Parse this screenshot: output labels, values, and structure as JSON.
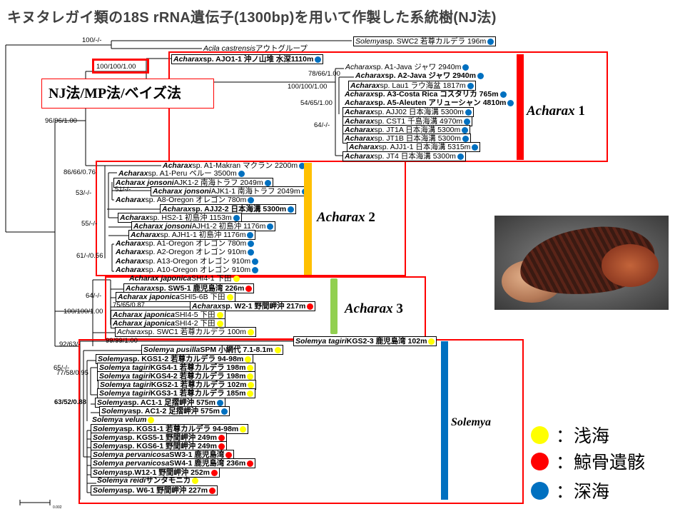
{
  "title": "キヌタレガイ類の18S rRNA遺伝子(1300bp)を用いて作製した系統樹(NJ法)",
  "method_label": "NJ法/MP法/ベイズ法",
  "colors": {
    "shallow": "#ffff00",
    "whale": "#ff0000",
    "deep": "#0070c0",
    "acharax1_bar": "#ff0000",
    "acharax2_bar": "#ffc000",
    "acharax3_bar": "#92d050",
    "solemya_bar": "#0070c0",
    "frame": "#ff0000"
  },
  "clades": [
    {
      "genus": "Acharax",
      "num": " 1"
    },
    {
      "genus": "Acharax",
      "num": " 2"
    },
    {
      "genus": "Acharax",
      "num": " 3"
    },
    {
      "genus": "Solemya",
      "num": ""
    }
  ],
  "legend": [
    {
      "color": "yellow",
      "label": "：浅海"
    },
    {
      "color": "red",
      "label": "：鯨骨遺骸"
    },
    {
      "color": "blue",
      "label": "：深海"
    }
  ],
  "node_supports": [
    "100/-/-",
    "100/100/1.00",
    "96/96/1.00",
    "78/66/1.00",
    "100/100/1.00",
    "54/65/1.00",
    "64/-/-",
    "86/66/0.76",
    "53/-/-",
    "51/-/-",
    "55/-/-",
    "61/-/0.56",
    "64/-/-",
    "75/65/0.87",
    "100/100/1.00",
    "92/63/-",
    "99/99/1.00",
    "65/-/-",
    "77/58/0.95",
    "63/52/0.88"
  ],
  "scale_bar": "0.002",
  "leaves": [
    {
      "italic": "Solemya",
      "rest": " sp. SWC2 若尊カルデラ 196m",
      "dot": "blue"
    },
    {
      "italic": "Acila castrensis",
      "rest": "アウトグループ",
      "dot": ""
    },
    {
      "italic": "Acharax",
      "rest": " sp. AJO1-1 沖ノ山堆 水深1110m",
      "dot": "blue"
    },
    {
      "italic": "Acharax",
      "rest": " sp. A1-Java ジャワ 2940m",
      "dot": "blue"
    },
    {
      "italic": "Acharax",
      "rest": " sp. A2-Java ジャワ 2940m",
      "dot": "blue"
    },
    {
      "italic": "Acharax",
      "rest": " sp. Lau1 ラウ海盆 1817m",
      "dot": "blue"
    },
    {
      "italic": "Acharax",
      "rest": " sp. A3-Costa Rica コスタリカ 765m",
      "dot": "blue"
    },
    {
      "italic": "Acharax",
      "rest": " sp. A5-Aleuten アリューシャン 4810m",
      "dot": "blue"
    },
    {
      "italic": "Acharax",
      "rest": " sp. AJJ02 日本海溝 5300m",
      "dot": "blue"
    },
    {
      "italic": "Acharax",
      "rest": " sp. CST1 千島海溝 4970m",
      "dot": "blue"
    },
    {
      "italic": "Acharax",
      "rest": " sp. JT1A 日本海溝 5300m",
      "dot": "blue"
    },
    {
      "italic": "Acharax",
      "rest": " sp. JT1B 日本海溝 5300m",
      "dot": "blue"
    },
    {
      "italic": "Acharax",
      "rest": " sp. AJJ1-1 日本海溝 5315m",
      "dot": "blue"
    },
    {
      "italic": "Acharax",
      "rest": " sp. JT4 日本海溝 5300m",
      "dot": "blue"
    },
    {
      "italic": "Acharax",
      "rest": " sp. A1-Makran マクラン 2200m",
      "dot": "blue"
    },
    {
      "italic": "Acharax",
      "rest": " sp. A1-Peru ペルー 3500m",
      "dot": "blue"
    },
    {
      "italic": "Acharax jonsoni",
      "rest": " AJK1-2 南海トラフ 2049m",
      "dot": "blue"
    },
    {
      "italic": "Acharax jonsoni",
      "rest": " AJK1-1 南海トラフ 2049m",
      "dot": "blue"
    },
    {
      "italic": "Acharax",
      "rest": " sp. A8-Oregon オレゴン 780m",
      "dot": "blue"
    },
    {
      "italic": "Acharax",
      "rest": " sp. AJJ2-2 日本海溝 5300m",
      "dot": "blue"
    },
    {
      "italic": "Acharax",
      "rest": " sp. HS2-1 初島沖 1153m",
      "dot": "blue"
    },
    {
      "italic": "Acharax jonsoni",
      "rest": " AJH1-2 初島沖 1176m",
      "dot": "blue"
    },
    {
      "italic": "Acharax",
      "rest": " sp. AJH1-1 初島沖 1176m",
      "dot": "blue"
    },
    {
      "italic": "Acharax",
      "rest": " sp. A1-Oregon オレゴン 780m",
      "dot": "blue"
    },
    {
      "italic": "Acharax",
      "rest": " sp. A2-Oregon オレゴン 910m",
      "dot": "blue"
    },
    {
      "italic": "Acharax",
      "rest": " sp. A13-Oregon オレゴン 910m",
      "dot": "blue"
    },
    {
      "italic": "Acharax",
      "rest": " sp. A10-Oregon オレゴン 910m",
      "dot": "blue"
    },
    {
      "italic": "Acharax japonica",
      "rest": " SHI4-1 下田",
      "dot": "yellow"
    },
    {
      "italic": "Acharax",
      "rest": " sp. SW5-1 鹿児島湾 226m",
      "dot": "red"
    },
    {
      "italic": "Acharax japonica",
      "rest": " SHI5-6B 下田",
      "dot": "yellow"
    },
    {
      "italic": "Acharax",
      "rest": " sp. W2-1 野間岬沖 217m",
      "dot": "red"
    },
    {
      "italic": "Acharax japonica",
      "rest": " SHI4-5 下田",
      "dot": "yellow"
    },
    {
      "italic": "Acharax japonica",
      "rest": " SHI4-2 下田",
      "dot": "yellow"
    },
    {
      "italic": "Acharax",
      "rest": " sp. SWC1 若尊カルデラ 100m",
      "dot": "yellow"
    },
    {
      "italic": "Solemya tagiri",
      "rest": " KGS2-3 鹿児島湾 102m",
      "dot": "yellow"
    },
    {
      "italic": "Solemya pusilla",
      "rest": " SPM 小網代 7.1-8.1m",
      "dot": "yellow"
    },
    {
      "italic": "Solemya",
      "rest": " sp. KGS1-2 若尊カルデラ 94-98m",
      "dot": "yellow"
    },
    {
      "italic": "Solemya tagiri",
      "rest": " KGS4-1 若尊カルデラ 198m",
      "dot": "yellow"
    },
    {
      "italic": "Solemya tagiri",
      "rest": " KGS4-2 若尊カルデラ 198m",
      "dot": "yellow"
    },
    {
      "italic": "Solemya tagiri",
      "rest": " KGS2-1 若尊カルデラ 102m",
      "dot": "yellow"
    },
    {
      "italic": "Solemya tagiri",
      "rest": " KGS3-1 若尊カルデラ 185m",
      "dot": "yellow"
    },
    {
      "italic": "Solemya",
      "rest": " sp. AC1-1 足摺岬沖 575m",
      "dot": "blue"
    },
    {
      "italic": "Solemya",
      "rest": " sp. AC1-2 足摺岬沖 575m",
      "dot": "blue"
    },
    {
      "italic": "Solemya velum",
      "rest": "",
      "dot": "yellow"
    },
    {
      "italic": "Solemya",
      "rest": " sp. KGS1-1 若尊カルデラ 94-98m",
      "dot": "yellow"
    },
    {
      "italic": "Solemya",
      "rest": " sp. KGS5-1 野間岬沖 249m",
      "dot": "red"
    },
    {
      "italic": "Solemya",
      "rest": " sp. KGS6-1 野間岬沖 249m",
      "dot": "red"
    },
    {
      "italic": "Solemya pervanicosa",
      "rest": " SW3-1 鹿児島湾",
      "dot": "red"
    },
    {
      "italic": "Solemya pervanicosa",
      "rest": " SW4-1 鹿児島湾 236m",
      "dot": "red"
    },
    {
      "italic": "Solemya",
      "rest": " sp.W12-1 野間岬沖 252m",
      "dot": "red"
    },
    {
      "italic": "Solemya reidi",
      "rest": " サンタモニカ",
      "dot": "yellow"
    },
    {
      "italic": "Solemya",
      "rest": " sp. W6-1 野間岬沖 227m",
      "dot": "red"
    }
  ]
}
